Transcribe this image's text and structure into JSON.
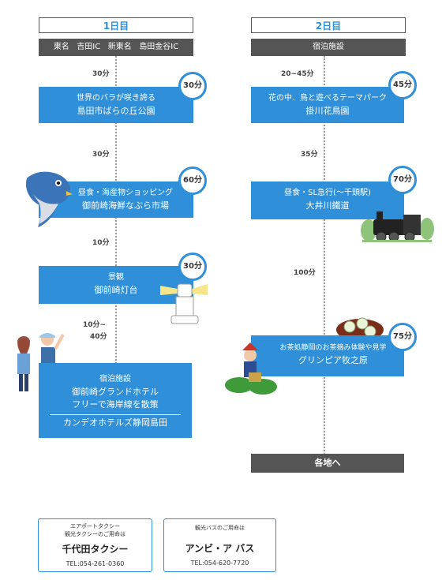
{
  "day1": {
    "title": "1日目",
    "start": [
      "東名",
      "吉田IC",
      "新東名",
      "島田金谷IC"
    ],
    "legs": [
      "30分",
      "30分",
      "10分",
      "10分~",
      "40分"
    ],
    "stops": [
      {
        "badge": "30分",
        "line1": "世界のバラが咲き誇る",
        "line2": "島田市ばらの丘公園"
      },
      {
        "badge": "60分",
        "line1": "昼食・海産物ショッピング",
        "line2": "御前崎海鮮なぶら市場"
      },
      {
        "badge": "30分",
        "line1": "景観",
        "line2": "御前崎灯台"
      },
      {
        "line1": "宿泊施設",
        "line2": "御前崎グランドホテル",
        "line3": "フリーで海岸線を散策",
        "line4": "カンデオホテルズ静岡島田"
      }
    ]
  },
  "day2": {
    "title": "2日目",
    "start": "宿泊施設",
    "legs": [
      "20~45分",
      "35分",
      "100分"
    ],
    "stops": [
      {
        "badge": "45分",
        "line1": "花の中、鳥と遊べるテーマパーク",
        "line2": "掛川花鳥園"
      },
      {
        "badge": "70分",
        "line1": "昼食・SL急行(～千頭駅)",
        "line2": "大井川鐵道"
      },
      {
        "badge": "75分",
        "line1": "お茶処静岡のお茶摘み体験や見学",
        "line2": "グリンピア牧之原"
      }
    ],
    "end": "各地へ"
  },
  "contacts": [
    {
      "note1": "エアポートタクシー",
      "note2": "観光タクシーのご用命は",
      "name": "千代田タクシー",
      "tel": "TEL:054-261-0360"
    },
    {
      "note1": "観光バスのご用命は",
      "name": "アンビ・ア バス",
      "tel": "TEL:054-620-7720"
    }
  ],
  "colors": {
    "accent": "#2f8fd8",
    "dark": "#555555"
  },
  "icons": [
    "tuna-fish-illustration",
    "lighthouse-illustration",
    "tourist-couple-illustration",
    "steam-locomotive-illustration",
    "green-tea-illustration",
    "tea-picker-illustration"
  ]
}
